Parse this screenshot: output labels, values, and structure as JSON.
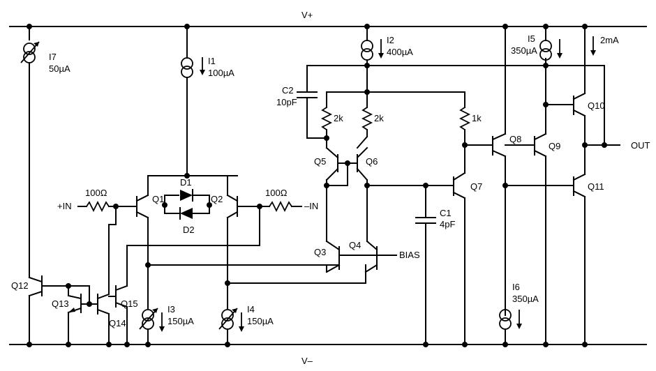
{
  "rails": {
    "vplus": "V+",
    "vminus": "V–"
  },
  "pins": {
    "plus_in": "+IN",
    "minus_in": "–IN",
    "out": "OUT",
    "bias": "BIAS"
  },
  "sources": {
    "i7": {
      "name": "I7",
      "value": "50µA"
    },
    "i1": {
      "name": "I1",
      "value": "100µA"
    },
    "i2": {
      "name": "I2",
      "value": "400µA"
    },
    "i5": {
      "name": "I5",
      "value": "350µA"
    },
    "i10": {
      "value": "2mA"
    },
    "i3": {
      "name": "I3",
      "value": "150µA"
    },
    "i4": {
      "name": "I4",
      "value": "150µA"
    },
    "i6": {
      "name": "I6",
      "value": "350µA"
    }
  },
  "capacitors": {
    "c2": {
      "name": "C2",
      "value": "10pF"
    },
    "c1": {
      "name": "C1",
      "value": "4pF"
    }
  },
  "resistors": {
    "r_in_plus": "100Ω",
    "r_in_minus": "100Ω",
    "r5": "2k",
    "r6": "2k",
    "r7": "1k"
  },
  "diodes": {
    "d1": "D1",
    "d2": "D2"
  },
  "transistors": [
    "Q1",
    "Q2",
    "Q3",
    "Q4",
    "Q5",
    "Q6",
    "Q7",
    "Q8",
    "Q9",
    "Q10",
    "Q11",
    "Q12",
    "Q13",
    "Q14",
    "Q15"
  ]
}
